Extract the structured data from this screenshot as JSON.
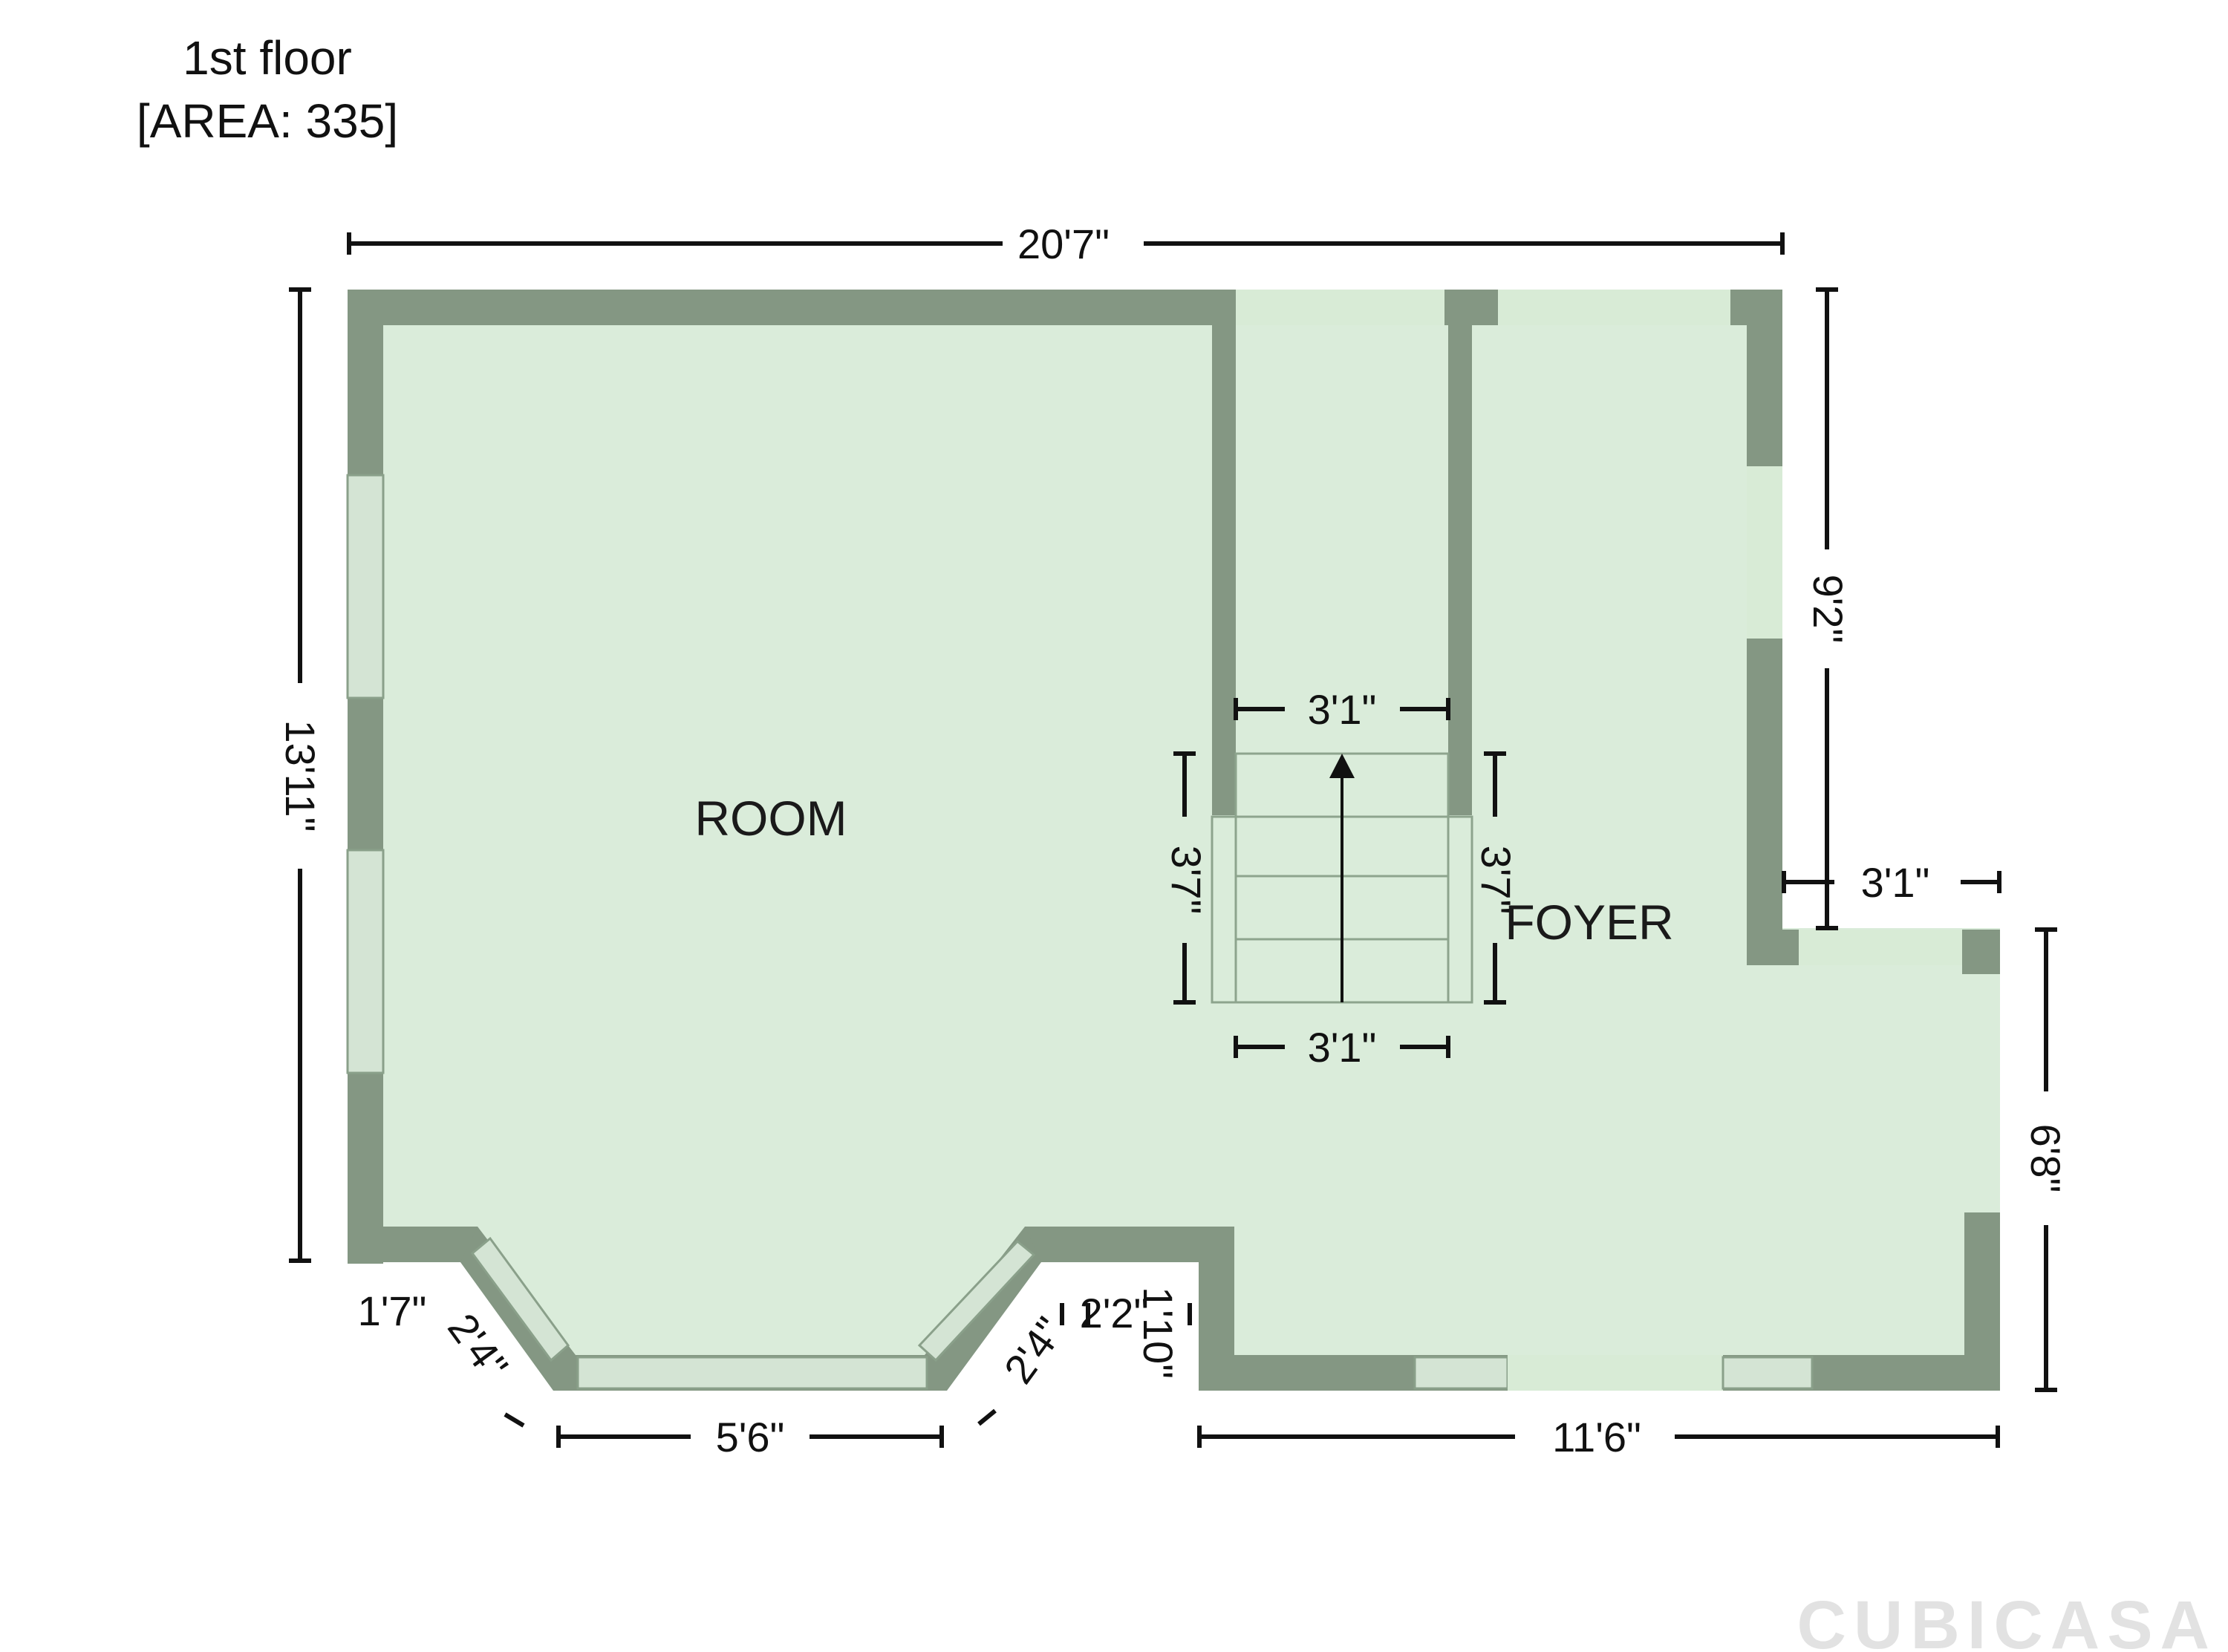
{
  "title": {
    "line1": "1st floor",
    "line2": "[AREA: 335]"
  },
  "rooms": [
    {
      "id": "room",
      "label": "ROOM"
    },
    {
      "id": "foyer",
      "label": "FOYER"
    }
  ],
  "dimensions": {
    "top_width": "20'7\"",
    "left_height": "13'11\"",
    "right_upper": "9'2\"",
    "right_notch": "3'1\"",
    "right_lower": "6'8\"",
    "bottom_bay_center": "5'6\"",
    "bottom_bay_left_diag": "2'4\"",
    "bottom_bay_right_diag": "2'4\"",
    "bottom_left_small": "1'7\"",
    "bottom_step_a": "2'2\"",
    "bottom_step_b": "1'10\"",
    "bottom_right": "11'6\"",
    "stair_top": "3'1\"",
    "stair_bottom": "3'1\"",
    "stair_left": "3'7\"",
    "stair_right": "3'7\""
  },
  "logo": "CUBICASA",
  "colors": {
    "wall": "#849783",
    "floor": "#daecda",
    "window": "#d4e4d4",
    "dimension": "#111111"
  }
}
